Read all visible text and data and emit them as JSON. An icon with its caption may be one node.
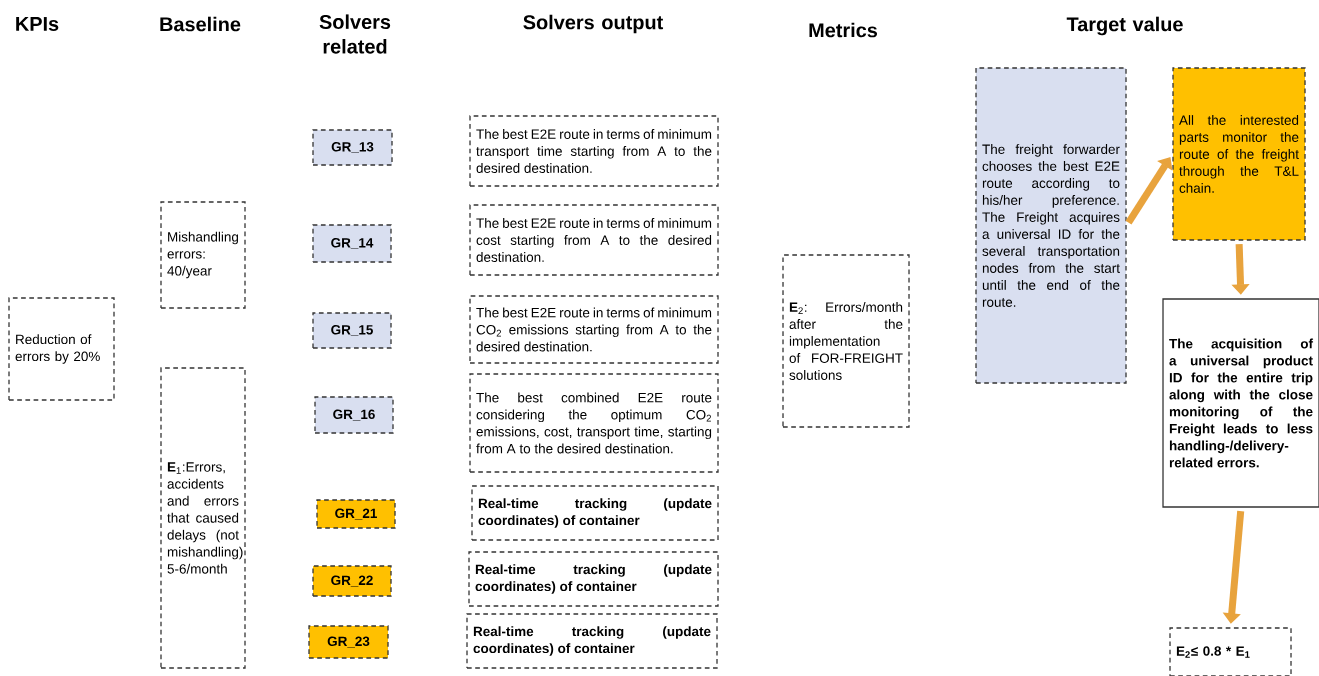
{
  "diagram": {
    "nodes": [
      {
        "text": [
          "Reduction of errors by 20%"
        ]
      },
      {
        "text": [
          "Mishandling errors: 40/year"
        ]
      },
      {
        "text": [
          "**E**$_{1}$:Errors, accidents and errors that caused delays (not mishandling) 5-6/month"
        ]
      },
      {
        "text": [
          "GR_13"
        ]
      },
      {
        "text": [
          "GR_14"
        ]
      },
      {
        "text": [
          "GR_15"
        ]
      },
      {
        "text": [
          "GR_16"
        ]
      },
      {
        "text": [
          "GR_21"
        ]
      },
      {
        "text": [
          "GR_22"
        ]
      },
      {
        "text": [
          "GR_23"
        ]
      },
      {
        "text": [
          "The best E2E route in terms of minimum transport time starting from A to the desired destination."
        ]
      },
      {
        "text": [
          "The best E2E route in terms of minimum cost starting from A to the desired destination."
        ]
      },
      {
        "text": [
          "The best E2E route in terms of minimum CO$_{2}$ emissions starting from A to the desired destination."
        ]
      },
      {
        "text": [
          "The best combined E2E route considering the optimum CO$_{2}$ emissions, cost, transport time, starting from A to the desired destination."
        ]
      },
      {
        "text": [
          "Real-time tracking (update coordinates) of container"
        ]
      },
      {
        "text": [
          "Real-time tracking (update coordinates) of container"
        ]
      },
      {
        "text": [
          "Real-time tracking (update coordinates) of container"
        ]
      },
      {
        "text": [
          "**E**$_{2}$: Errors/month after the implementation of FOR-FREIGHT solutions"
        ]
      },
      {
        "text": [
          "The freight forwarder chooses the best E2E route according to his/her preference. The Freight acquires a universal ID for the several transportation nodes from the start until the end of the route."
        ]
      },
      {
        "text": [
          "All the interested parts monitor the route of the freight through the T&L chain."
        ]
      },
      {
        "text": [
          "The acquisition of a universal product ID for the entire trip along with the close monitoring of the Freight leads to less handling-/delivery-related errors."
        ]
      },
      {
        "text": [
          "E$_{2}$≤ 0.8 * E$_{1}$"
        ]
      }
    ],
    "edges": [
      {
        "from": 18,
        "to": 19,
        "arrow": "to"
      },
      {
        "from": 19,
        "to": 20,
        "arrow": "to"
      },
      {
        "from": 20,
        "to": 21,
        "arrow": "to"
      }
    ],
    "labels": [
      "KPIs",
      "Baseline",
      "Solvers related",
      "Solvers output",
      "Metrics",
      "Target value"
    ]
  }
}
